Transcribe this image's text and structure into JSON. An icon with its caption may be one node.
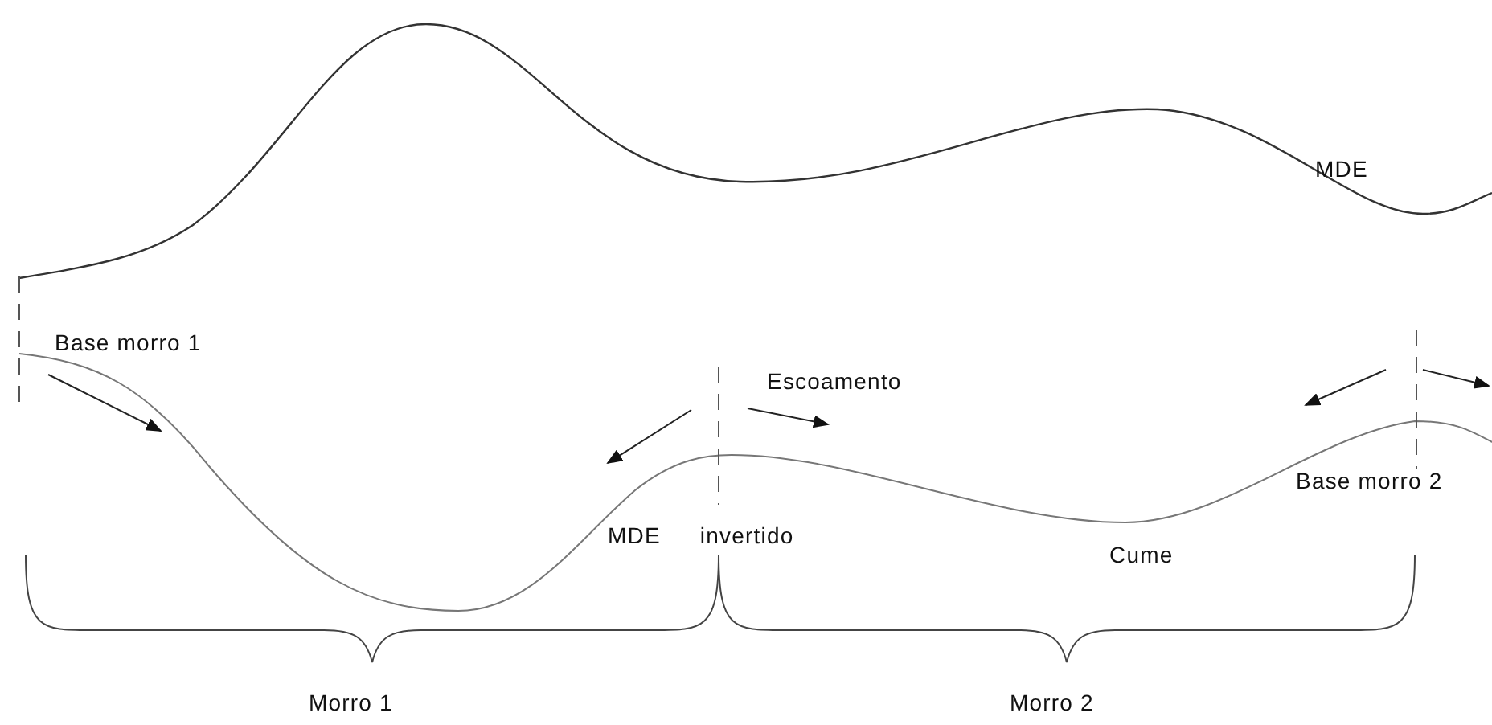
{
  "diagram": {
    "labels": [
      "MDE",
      "Base morro 1",
      "Escoamento",
      "Base morro 2",
      "MDE invertido",
      "Cume",
      "Morro 1",
      "Morro 2"
    ]
  }
}
